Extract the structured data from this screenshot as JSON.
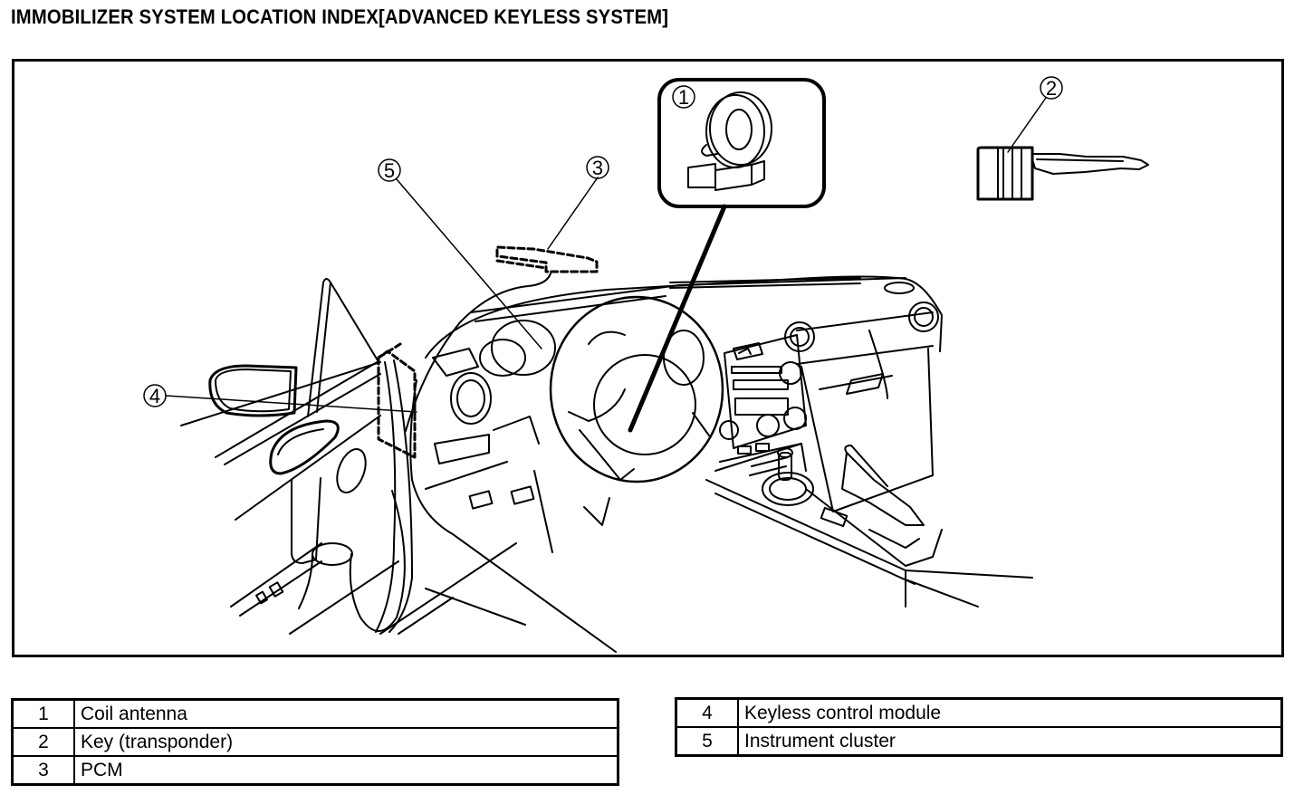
{
  "title": "IMMOBILIZER SYSTEM LOCATION INDEX[ADVANCED KEYLESS SYSTEM]",
  "diagram": {
    "subject": "vehicle interior dashboard view",
    "callouts": [
      {
        "number": "1",
        "target": "coil-antenna"
      },
      {
        "number": "2",
        "target": "key-transponder"
      },
      {
        "number": "3",
        "target": "pcm"
      },
      {
        "number": "4",
        "target": "keyless-control-module"
      },
      {
        "number": "5",
        "target": "instrument-cluster"
      }
    ]
  },
  "legend": {
    "left": [
      {
        "number": "1",
        "label": "Coil antenna"
      },
      {
        "number": "2",
        "label": "Key (transponder)"
      },
      {
        "number": "3",
        "label": "PCM"
      }
    ],
    "right": [
      {
        "number": "4",
        "label": "Keyless control module"
      },
      {
        "number": "5",
        "label": "Instrument cluster"
      }
    ]
  }
}
